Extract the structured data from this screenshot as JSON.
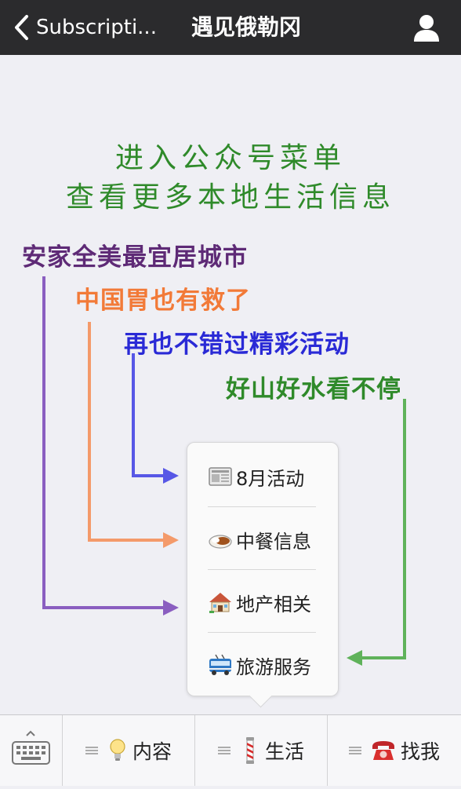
{
  "navbar": {
    "back_label": "Subscripti...",
    "title": "遇见俄勒冈",
    "back_icon": "chevron-left-icon",
    "profile_icon": "person-icon"
  },
  "content": {
    "headline": [
      "进入公众号菜单",
      "查看更多本地生活信息"
    ],
    "features": [
      {
        "text": "安家全美最宜居城市",
        "color": "#5e2a76"
      },
      {
        "text": "中国胃也有救了",
        "color": "#f27a38"
      },
      {
        "text": "再也不错过精彩活动",
        "color": "#2a2ad6"
      },
      {
        "text": "好山好水看不停",
        "color": "#2f8a2a"
      }
    ],
    "headline_color": "#2f8a2a"
  },
  "popup_menu": {
    "items": [
      {
        "label": "8月活动",
        "icon": "newspaper-icon"
      },
      {
        "label": "中餐信息",
        "icon": "curry-rice-icon"
      },
      {
        "label": "地产相关",
        "icon": "house-icon"
      },
      {
        "label": "旅游服务",
        "icon": "trolleybus-icon"
      }
    ]
  },
  "tabbar": {
    "keyboard_icon": "keyboard-icon",
    "tabs": [
      {
        "label": "内容",
        "icon": "lightbulb-icon"
      },
      {
        "label": "生活",
        "icon": "barber-pole-icon"
      },
      {
        "label": "找我",
        "icon": "telephone-icon"
      }
    ]
  }
}
